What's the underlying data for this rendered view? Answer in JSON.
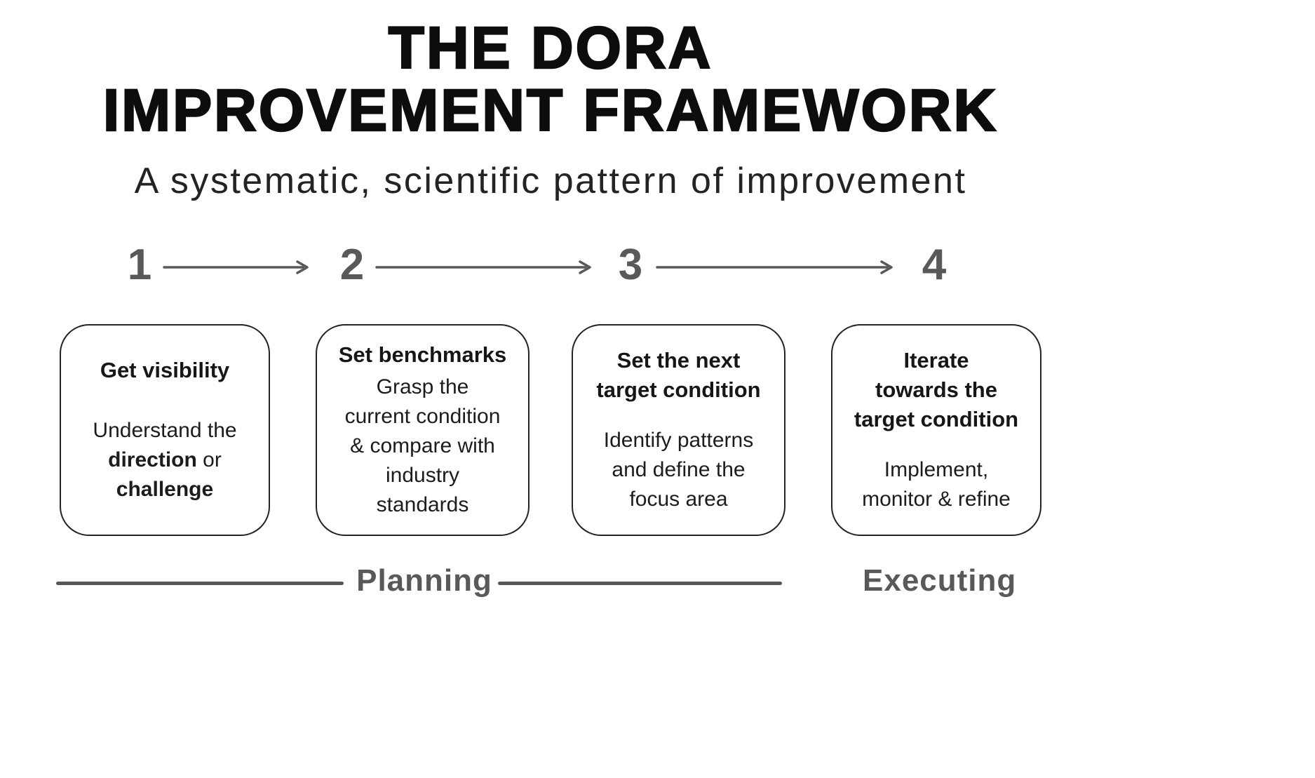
{
  "title": {
    "line1": "THE DORA",
    "line2": "IMPROVEMENT FRAMEWORK"
  },
  "subtitle": "A systematic, scientific pattern of improvement",
  "colors": {
    "ink": "#0d0d0d",
    "muted_gray": "#58595b",
    "background": "#ffffff"
  },
  "steps": [
    {
      "number": "1"
    },
    {
      "number": "2"
    },
    {
      "number": "3"
    },
    {
      "number": "4"
    }
  ],
  "cards": [
    {
      "title": "Get visibility",
      "body_segments": [
        {
          "text": "Understand the\n",
          "bold": false
        },
        {
          "text": "direction",
          "bold": true
        },
        {
          "text": " or\n",
          "bold": false
        },
        {
          "text": "challenge",
          "bold": true
        }
      ]
    },
    {
      "title": "Set benchmarks",
      "body_segments": [
        {
          "text": "Grasp the\ncurrent condition\n& compare with\nindustry\nstandards",
          "bold": false
        }
      ]
    },
    {
      "title": "Set the next\ntarget condition",
      "body_segments": [
        {
          "text": "Identify patterns\nand define the\nfocus area",
          "bold": false
        }
      ]
    },
    {
      "title": "Iterate\ntowards the\ntarget condition",
      "body_segments": [
        {
          "text": "Implement,\nmonitor & refine",
          "bold": false
        }
      ]
    }
  ],
  "phases": [
    {
      "label": "Planning"
    },
    {
      "label": "Executing"
    }
  ]
}
